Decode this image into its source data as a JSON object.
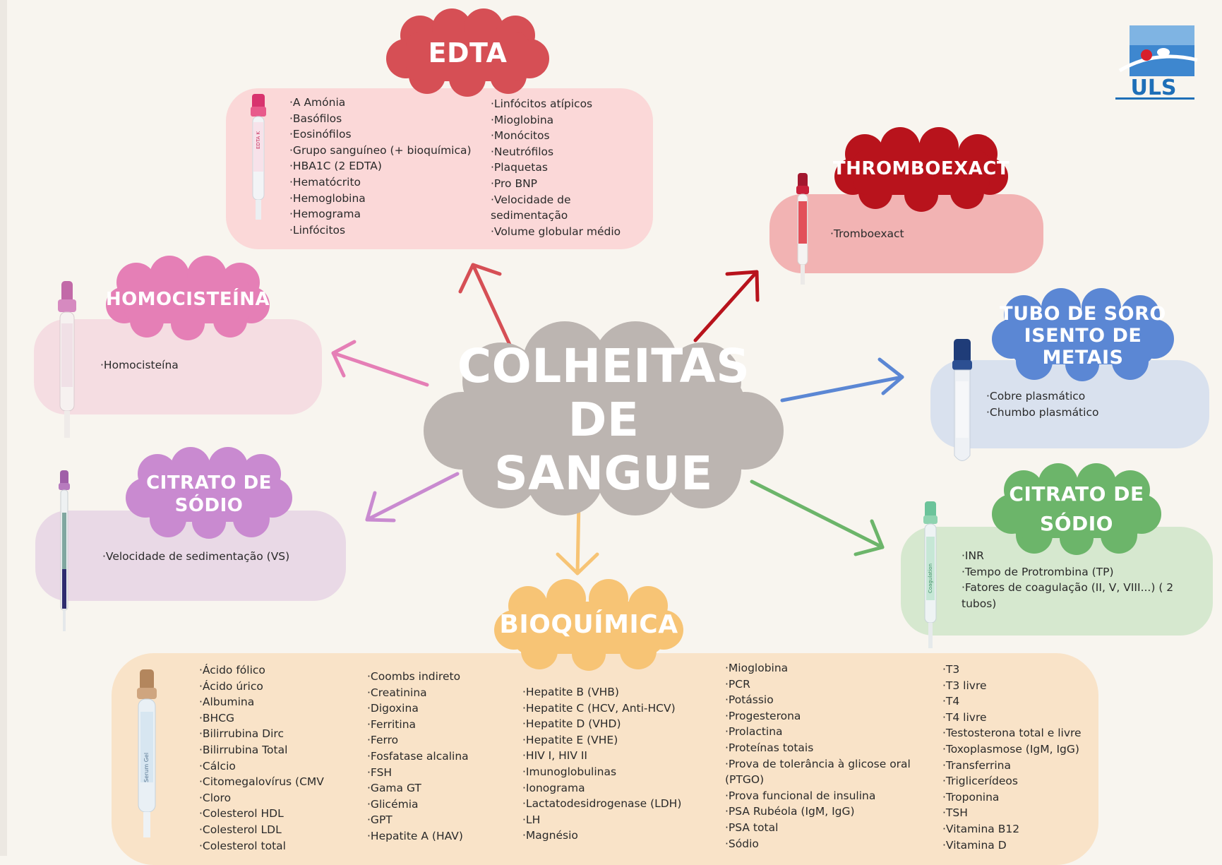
{
  "center": {
    "line1": "COLHEITAS DE",
    "line2": "SANGUE"
  },
  "logo": {
    "text": "ULS"
  },
  "edta": {
    "title": "EDTA",
    "col1": [
      "·A Amónia",
      "·Basófilos",
      "·Eosinófilos",
      "·Grupo sanguíneo (+ bioquímica)",
      "·HBA1C (2 EDTA)",
      "·Hematócrito",
      "·Hemoglobina",
      "·Hemograma",
      "·Linfócitos"
    ],
    "col2": [
      "·Linfócitos atípicos",
      "·Mioglobina",
      "·Monócitos",
      "·Neutrófilos",
      "·Plaquetas",
      "·Pro BNP",
      "·Velocidade de sedimentação",
      "·Volume globular médio"
    ],
    "tube_label": "EDTA K"
  },
  "thromboexact": {
    "title": "THROMBOEXACT",
    "items": [
      "·Tromboexact"
    ]
  },
  "homocisteina": {
    "title": "HOMOCISTEÍNA",
    "items": [
      "·Homocisteína"
    ]
  },
  "metais": {
    "title_line1": "TUBO DE SORO",
    "title_line2": "ISENTO DE METAIS",
    "items": [
      "·Cobre plasmático",
      "·Chumbo plasmático"
    ]
  },
  "citrato_left": {
    "title_line1": "CITRATO DE",
    "title_line2": "SÓDIO",
    "items": [
      "·Velocidade de sedimentação (VS)"
    ]
  },
  "citrato_right": {
    "title_line1": "CITRATO DE",
    "title_line2": "SÓDIO",
    "items": [
      "·INR",
      "·Tempo de Protrombina (TP)",
      "·Fatores de coagulação (II, V, VIII...) ( 2 tubos)"
    ],
    "tube_label": "Coagulation"
  },
  "bioquimica": {
    "title": "BIOQUÍMICA",
    "tube_label": "Serum Gel",
    "col1": [
      "·Ácido fólico",
      "·Ácido úrico",
      "·Albumina",
      "·BHCG",
      "·Bilirrubina Dirc",
      "·Bilirrubina Total",
      "·Cálcio",
      "·Citomegalovírus (CMV",
      "·Cloro",
      "·Colesterol HDL",
      "·Colesterol LDL",
      "·Colesterol total"
    ],
    "col2": [
      "·Coombs indireto",
      "·Creatinina",
      "·Digoxina",
      "·Ferritina",
      "·Ferro",
      "·Fosfatase alcalina",
      "·FSH",
      "·Gama GT",
      "·Glicémia",
      "·GPT",
      "·Hepatite A (HAV)"
    ],
    "col3": [
      "·Hepatite B (VHB)",
      "·Hepatite C (HCV, Anti-HCV)",
      "·Hepatite D (VHD)",
      "·Hepatite E (VHE)",
      "·HIV I, HIV II",
      "·Imunoglobulinas",
      "·Ionograma",
      "·Lactatodesidrogenase (LDH)",
      "·LH",
      "·Magnésio"
    ],
    "col4": [
      "·Mioglobina",
      "·PCR",
      "·Potássio",
      "·Progesterona",
      "·Prolactina",
      "·Proteínas totais",
      "·Prova de tolerância à glicose oral (PTGO)",
      "·Prova funcional de insulina",
      "·PSA Rubéola (IgM, IgG)",
      "·PSA total",
      "·Sódio"
    ],
    "col5": [
      "·T3",
      "·T3 livre",
      "·T4",
      "·T4 livre",
      "·Testosterona total e livre",
      "·Toxoplasmose (IgM, IgG)",
      "·Transferrina",
      "·Triglicerídeos",
      "·Troponina",
      "·TSH",
      "·Vitamina B12",
      "·Vitamina D"
    ]
  },
  "colors": {
    "edta": "#d64f55",
    "edta_box": "#fbd8d8",
    "thrombo": "#b8131c",
    "thrombo_box": "#f2b3b3",
    "homo": "#e57fb6",
    "homo_box": "#f5dde2",
    "metais": "#5b87d4",
    "metais_box": "#d9e1ee",
    "citrato_l": "#c98ad0",
    "citrato_l_box": "#e9d9e6",
    "citrato_r": "#6cb56a",
    "citrato_r_box": "#d6e8cf",
    "bioq": "#f7c475",
    "bioq_box": "#f9e3c8",
    "center": "#bcb5b1"
  }
}
